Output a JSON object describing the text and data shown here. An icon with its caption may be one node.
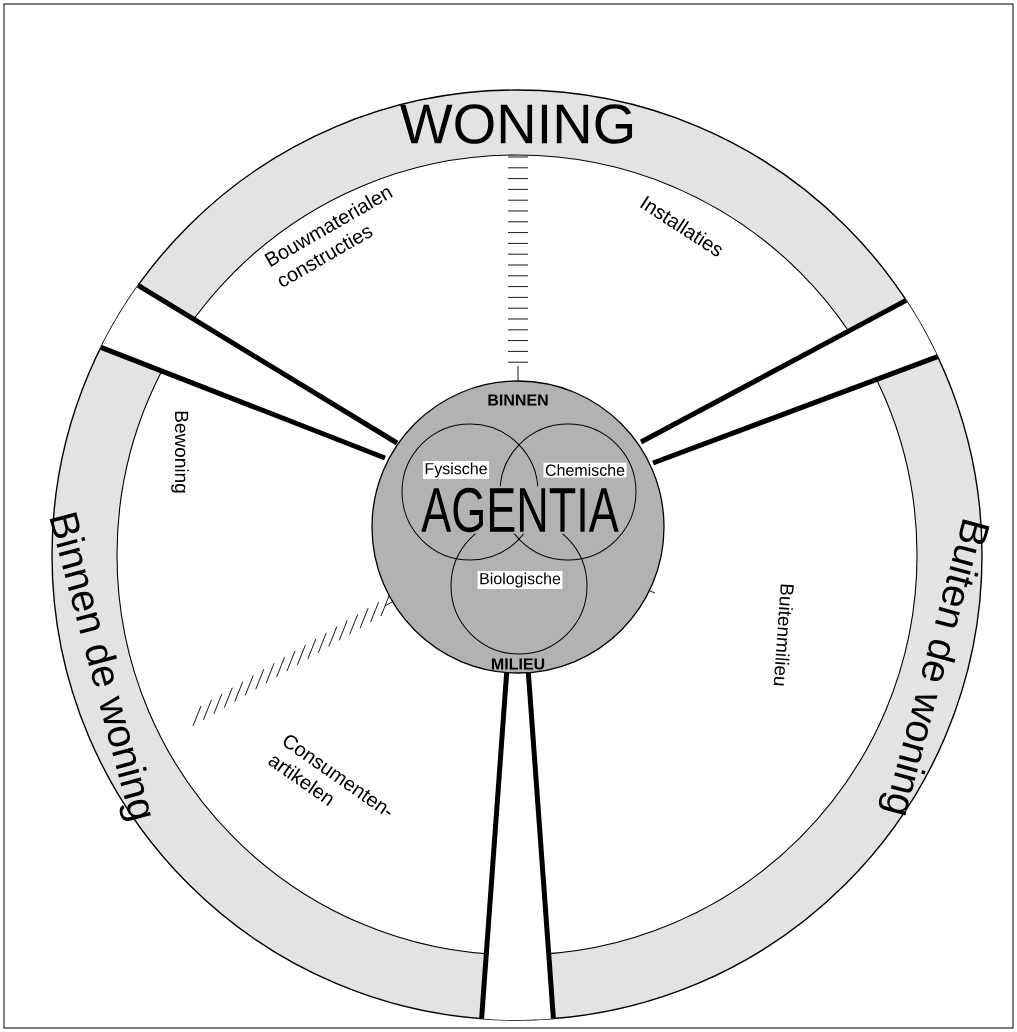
{
  "diagram": {
    "nodes": [
      {
        "text": [
          "BINNEN",
          "MILIEU"
        ]
      },
      {
        "text": [
          "Fysische"
        ],
        "in": 0
      },
      {
        "text": [
          "Chemische"
        ],
        "in": 0
      },
      {
        "text": [
          "Biologische"
        ],
        "in": 0
      }
    ],
    "labels": [
      "WONING",
      "Bouwmaterialen constructies",
      "Installaties",
      "Binnen de woning",
      "Bewoning",
      "Buiten de woning",
      "Buitenmilieu",
      "Consumenten- artikelen",
      "AGENTIA"
    ]
  }
}
